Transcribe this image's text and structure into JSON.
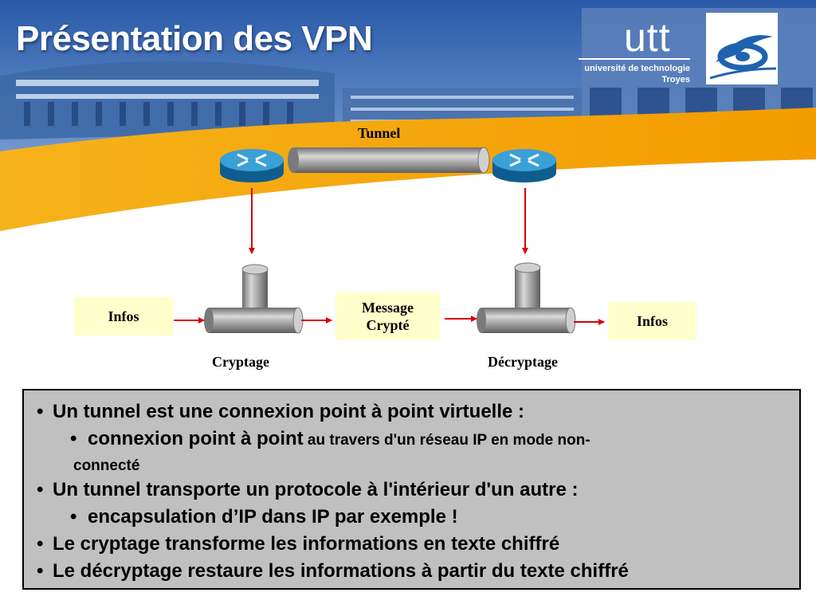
{
  "slide": {
    "title": "Présentation des VPN"
  },
  "logo": {
    "word": "utt",
    "line1": "université de technologie",
    "line2": "Troyes"
  },
  "diagram": {
    "tunnel_label": "Tunnel",
    "left_input": "Infos",
    "encrypted_line1": "Message",
    "encrypted_line2": "Crypté",
    "right_output": "Infos",
    "encrypt_label": "Cryptage",
    "decrypt_label": "Décryptage"
  },
  "bullets": {
    "b1": "Un tunnel est une connexion point à point virtuelle :",
    "b1_sub_bold": "connexion point à point",
    "b1_sub_rest": " au travers d'un réseau IP en mode non-",
    "b1_sub_cont": "connecté",
    "b2": "Un tunnel transporte un protocole à l'intérieur d'un autre :",
    "b2_sub": "encapsulation d’IP dans IP par exemple !",
    "b3": "Le cryptage transforme les informations en texte chiffré",
    "b4": "Le décryptage restaure les informations à partir du texte chiffré"
  },
  "colors": {
    "router_blue": "#1e7fb8",
    "pipe_gray": "#9a9a9a",
    "arrow_red": "#dd0000",
    "box_yellow": "#ffffcc",
    "header_orange": "#f0a010",
    "bullet_bg": "#c0c0c0"
  },
  "icons": [
    "router-icon",
    "pipe-icon"
  ]
}
